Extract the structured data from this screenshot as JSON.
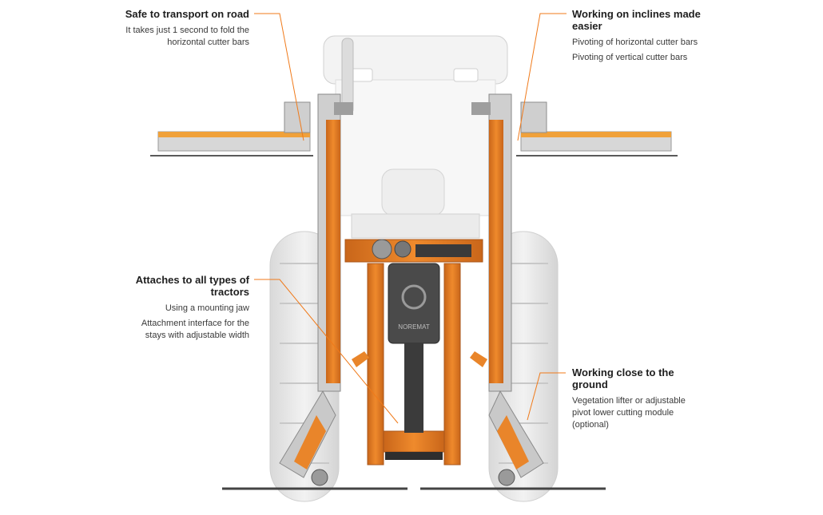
{
  "colors": {
    "accent": "#f07a1a",
    "leader_line": "#f07a1a",
    "machine_orange": "#e9852a",
    "tractor_grey": "#e6e6e6"
  },
  "annotations": {
    "transport": {
      "title": "Safe to transport on road",
      "lines": [
        "It takes just 1 second to fold the horizontal cutter bars"
      ]
    },
    "inclines": {
      "title": "Working on inclines made easier",
      "lines": [
        "Pivoting of horizontal cutter bars",
        "Pivoting of vertical cutter bars"
      ]
    },
    "tractors": {
      "title": "Attaches to all types of tractors",
      "lines": [
        "Using a mounting jaw",
        "Attachment interface for the stays with adjustable width"
      ]
    },
    "ground": {
      "title": "Working close to the ground",
      "lines": [
        "Vegetation lifter or adjustable pivot lower cutting module (optional)"
      ]
    }
  },
  "brand_plate": "NOREMAT"
}
